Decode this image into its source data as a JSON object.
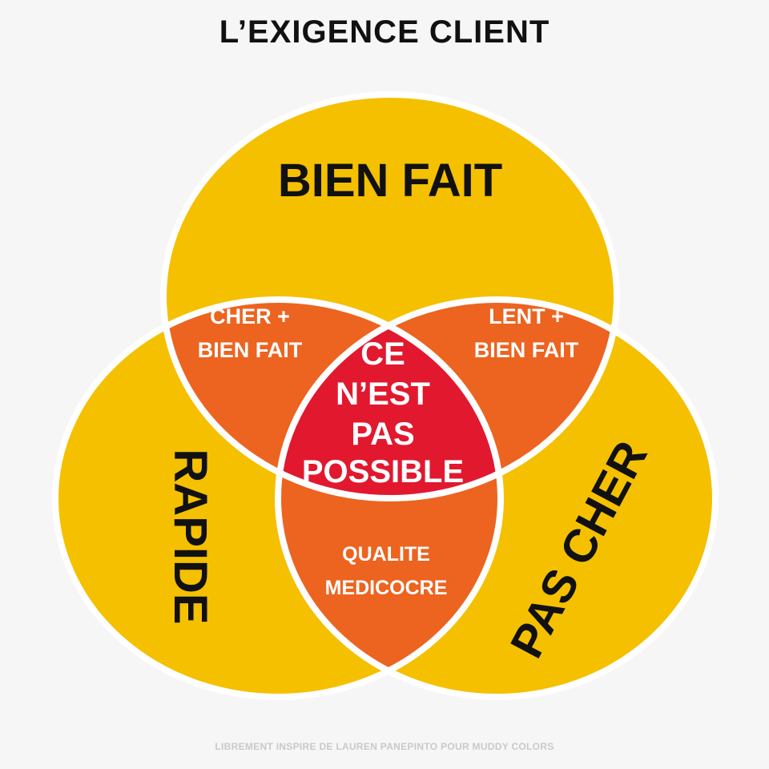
{
  "title": "L’EXIGENCE CLIENT",
  "sets": {
    "top": "BIEN FAIT",
    "left": "RAPIDE",
    "right": "PAS CHER"
  },
  "intersections": {
    "top_left": [
      "CHER +",
      "BIEN FAIT"
    ],
    "top_right": [
      "LENT +",
      "BIEN FAIT"
    ],
    "left_right": [
      "QUALITE",
      "MEDICOCRE"
    ],
    "center": [
      "CE",
      "N’EST",
      "PAS",
      "POSSIBLE"
    ]
  },
  "footer": "LIBREMENT INSPIRE DE LAUREN PANEPINTO POUR MUDDY COLORS",
  "colors": {
    "set": "#f5c000",
    "pair": "#ec6420",
    "center": "#e2182f",
    "border": "#ffffff"
  }
}
